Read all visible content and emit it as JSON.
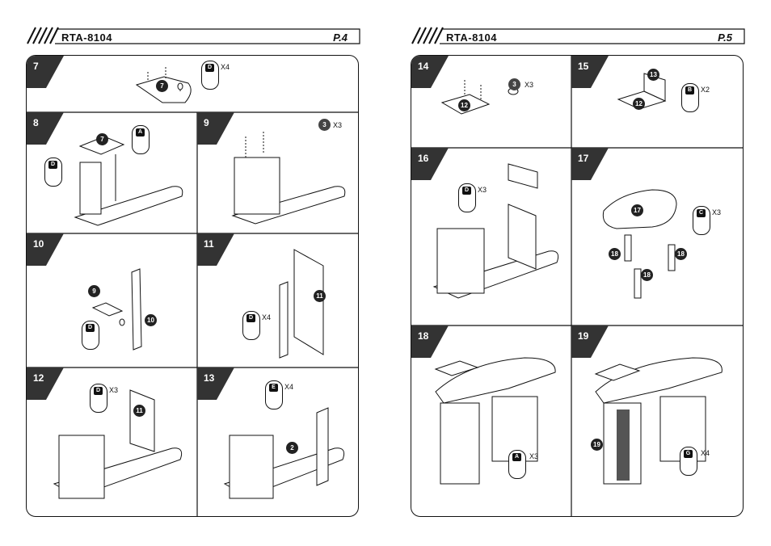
{
  "pages": [
    {
      "model": "RTA-8104",
      "page_number": "P.4",
      "steps": [
        {
          "num": "7",
          "part_letter": "D",
          "qty": "X4",
          "labels": [
            "7"
          ]
        },
        {
          "num": "8",
          "part_letter": "A",
          "part_letter2": "D",
          "labels": [
            "7"
          ]
        },
        {
          "num": "9",
          "part_letter": "3",
          "qty": "X3"
        },
        {
          "num": "10",
          "part_letter": "D",
          "labels": [
            "9",
            "10"
          ]
        },
        {
          "num": "11",
          "part_letter": "D",
          "qty": "X4",
          "labels": [
            "11"
          ]
        },
        {
          "num": "12",
          "part_letter": "D",
          "qty": "X3",
          "labels": [
            "11"
          ]
        },
        {
          "num": "13",
          "part_letter": "E",
          "qty": "X4",
          "labels": [
            "2"
          ]
        }
      ]
    },
    {
      "model": "RTA-8104",
      "page_number": "P.5",
      "steps": [
        {
          "num": "14",
          "part_letter": "3",
          "qty": "X3",
          "labels": [
            "12"
          ]
        },
        {
          "num": "15",
          "part_letter": "B",
          "qty": "X2",
          "labels": [
            "13",
            "12"
          ]
        },
        {
          "num": "16",
          "part_letter": "D",
          "qty": "X3"
        },
        {
          "num": "17",
          "part_letter": "C",
          "qty": "X3",
          "labels": [
            "17",
            "18",
            "18",
            "18"
          ]
        },
        {
          "num": "18",
          "part_letter": "A",
          "qty": "X3"
        },
        {
          "num": "19",
          "part_letter": "G",
          "qty": "X4",
          "labels": [
            "19"
          ]
        }
      ]
    }
  ]
}
